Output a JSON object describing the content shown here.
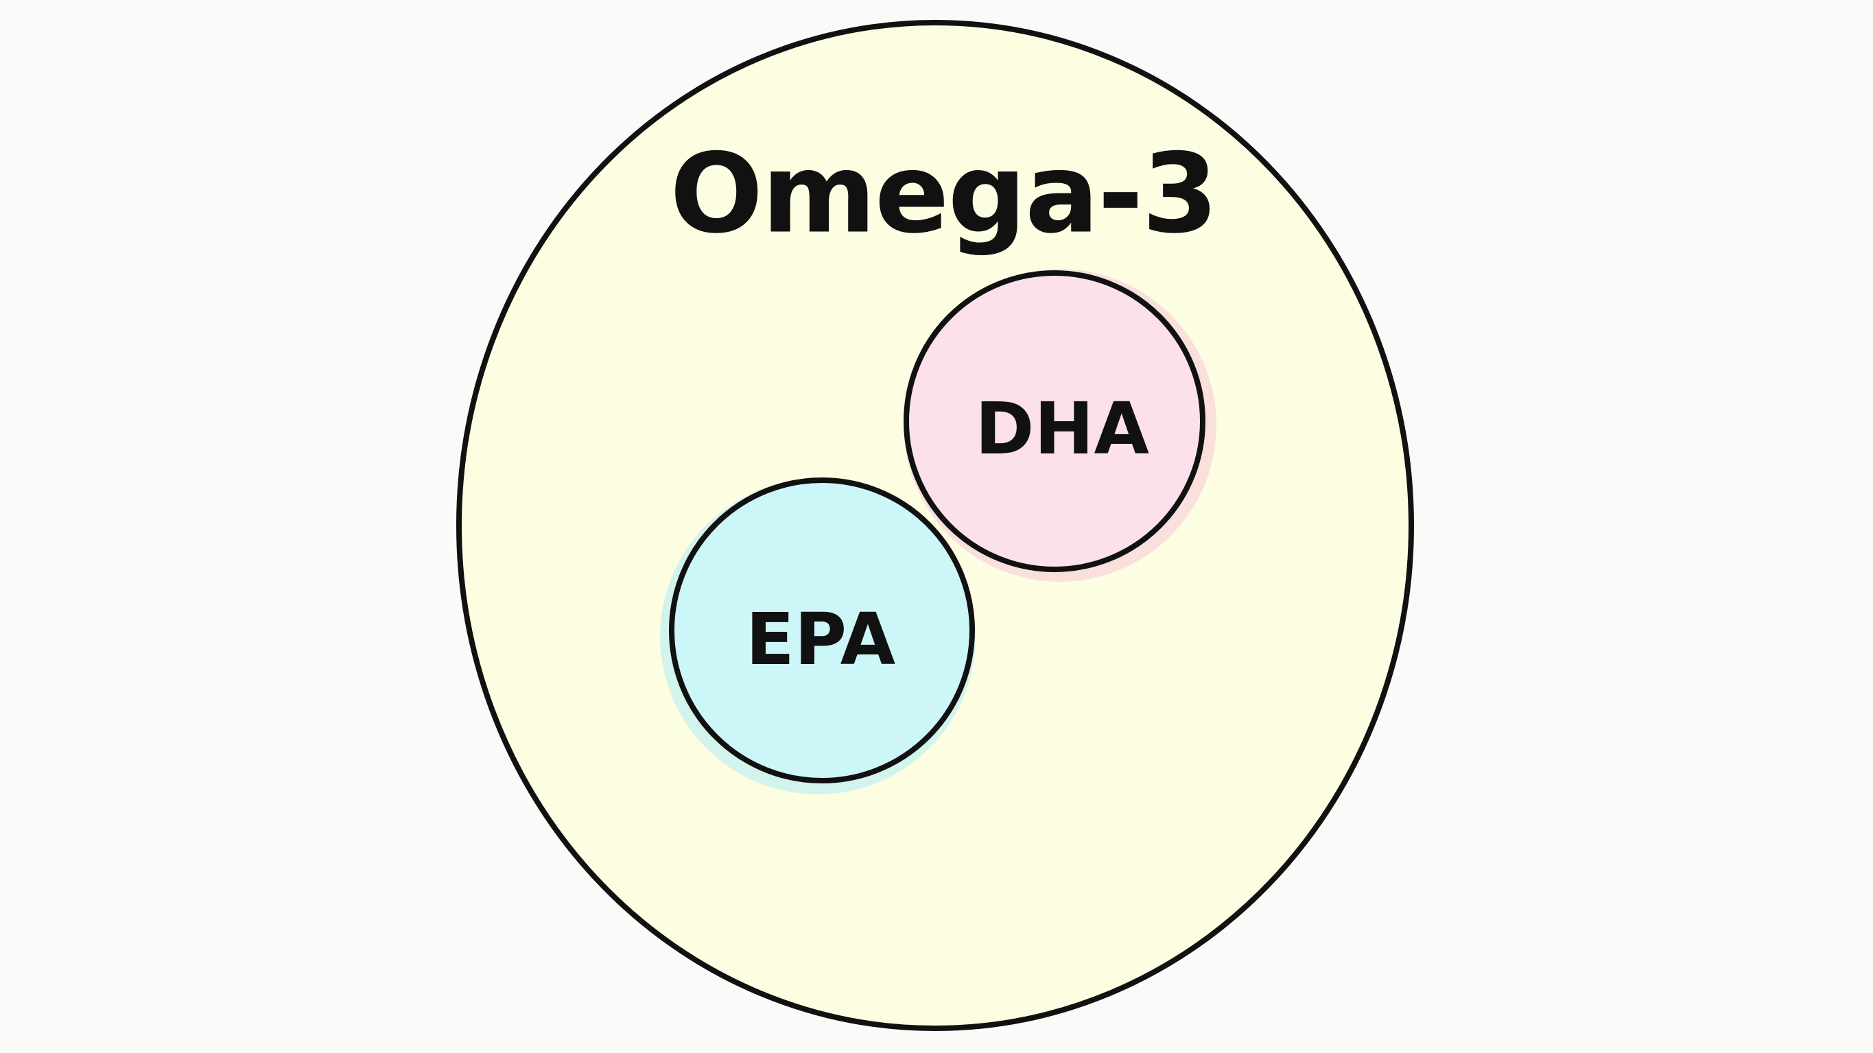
{
  "diagram": {
    "type": "nested-venn",
    "outer": {
      "label": "Omega-3",
      "fill": "#fdfde2"
    },
    "inner": [
      {
        "label": "DHA",
        "fill": "#fce1ea",
        "halo": "#f7c8d8"
      },
      {
        "label": "EPA",
        "fill": "#cdf6f9",
        "halo": "#b0ecf2"
      }
    ],
    "stroke": "#111111"
  }
}
